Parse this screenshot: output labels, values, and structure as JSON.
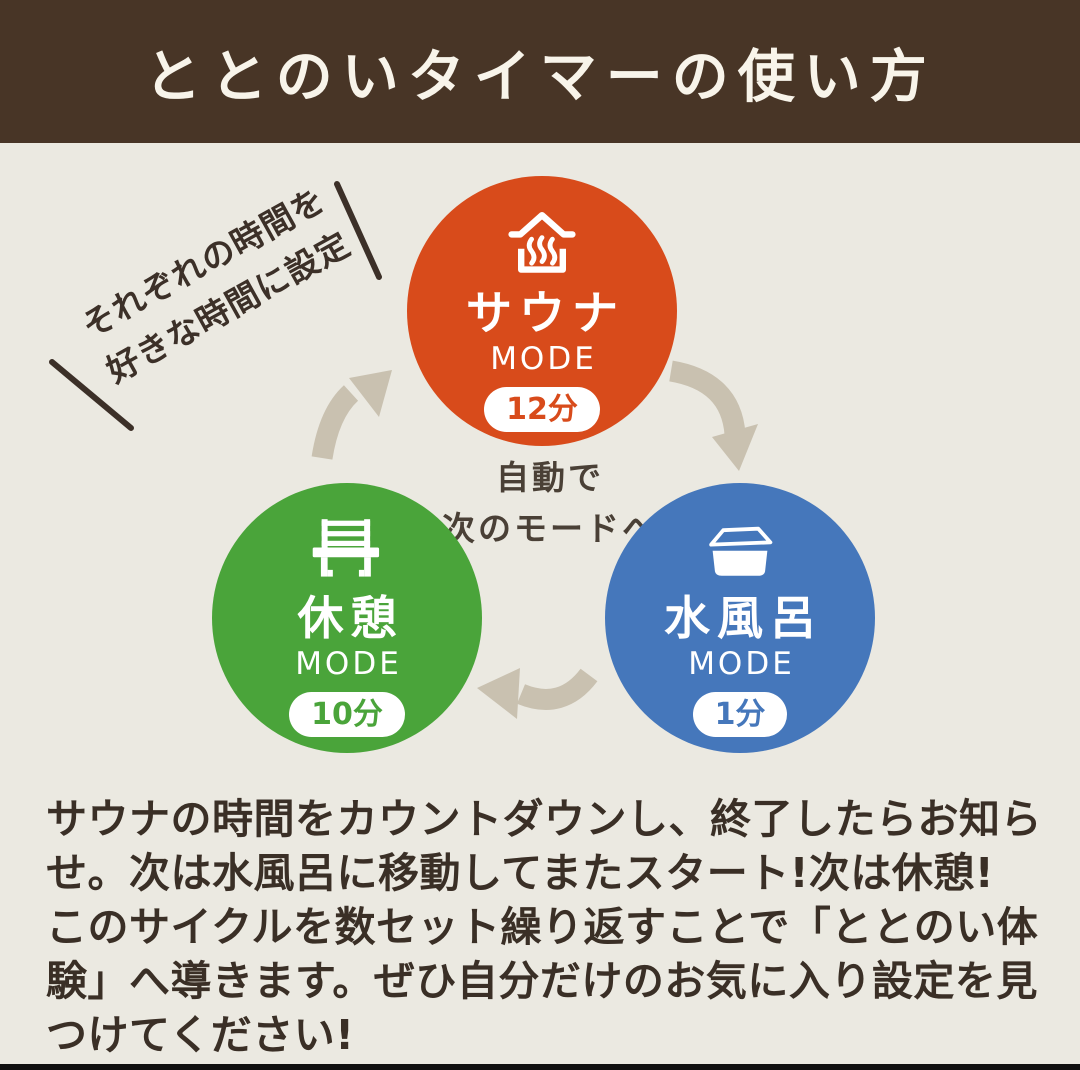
{
  "page": {
    "bg_color": "#ebe9e1",
    "footer_bar_color": "#101010"
  },
  "header": {
    "title": "ととのいタイマーの使い方",
    "bg_color": "#483526",
    "text_color": "#f8f4ea"
  },
  "annotation": {
    "text": "それぞれの時間を\n好きな時間に設定",
    "ink_color": "#3c3028"
  },
  "center_note": {
    "text": "自動で\n次のモードへ",
    "ink_color": "#4a4036"
  },
  "cycle": {
    "arrow_color": "#c9c1b0",
    "modes": [
      {
        "name": "sauna",
        "icon": "sauna-house-steam-icon",
        "label": "サウナ",
        "mode_word": "MODE",
        "duration": "12分",
        "color": "#d84b1b"
      },
      {
        "name": "water-bath",
        "icon": "water-bath-tub-icon",
        "label": "水風呂",
        "mode_word": "MODE",
        "duration": "1分",
        "color": "#4577bb"
      },
      {
        "name": "rest",
        "icon": "rest-bench-icon",
        "label": "休憩",
        "mode_word": "MODE",
        "duration": "10分",
        "color": "#4aa43a"
      }
    ]
  },
  "description": {
    "text": "サウナの時間をカウントダウンし、終了したらお知ら\nせ。次は水風呂に移動してまたスタート!次は休憩!\nこのサイクルを数セット繰り返すことで「ととのい体\n験」へ導きます。ぜひ自分だけのお気に入り設定を見\nつけてください!",
    "ink_color": "#3a2f26"
  }
}
